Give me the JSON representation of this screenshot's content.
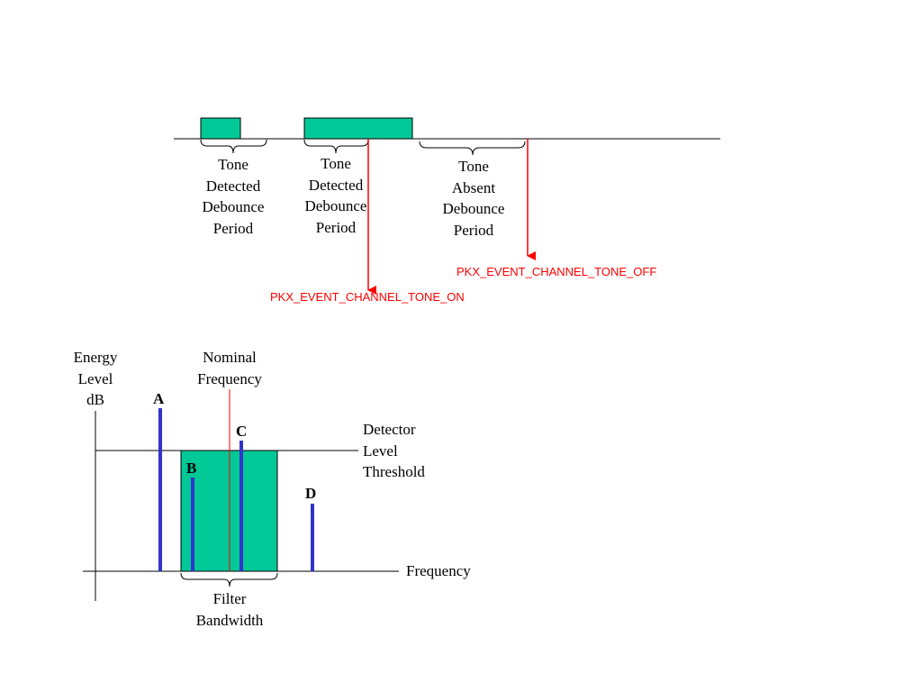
{
  "colors": {
    "tone_fill": "#00c896",
    "event_red": "#ff0000",
    "spike_blue": "#3333cc",
    "line": "#000000"
  },
  "timing": {
    "periods": [
      {
        "label": "Tone\nDetected\nDebounce\nPeriod"
      },
      {
        "label": "Tone\nDetected\nDebounce\nPeriod"
      },
      {
        "label": "Tone\nAbsent\nDebounce\nPeriod"
      }
    ],
    "events": {
      "on": "PKX_EVENT_CHANNEL_TONE_ON",
      "off": "PKX_EVENT_CHANNEL_TONE_OFF"
    }
  },
  "spectrum": {
    "y_axis_label": "Energy\nLevel\ndB",
    "x_axis_label": "Frequency",
    "nominal_label": "Nominal\nFrequency",
    "threshold_label": "Detector\nLevel\nThreshold",
    "filter_label": "Filter\nBandwidth",
    "markers": {
      "a": "A",
      "b": "B",
      "c": "C",
      "d": "D"
    }
  }
}
